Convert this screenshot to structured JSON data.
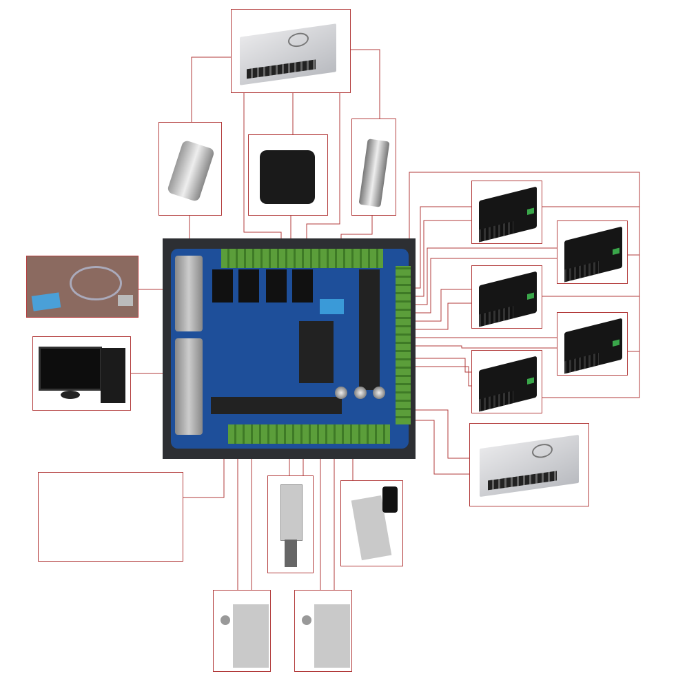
{
  "colors": {
    "wire": "#b23a3a",
    "pcb": "#1e4f9a",
    "terminal": "#5b9e3a",
    "driver": "#151515",
    "psu": "#d0d2d6"
  },
  "icons": [
    "power-supply",
    "dc-motor",
    "water-pump",
    "spindle",
    "usb-cable",
    "desktop-computer",
    "stepper-driver",
    "limit-switch",
    "micro-switch",
    "breakout-board"
  ]
}
